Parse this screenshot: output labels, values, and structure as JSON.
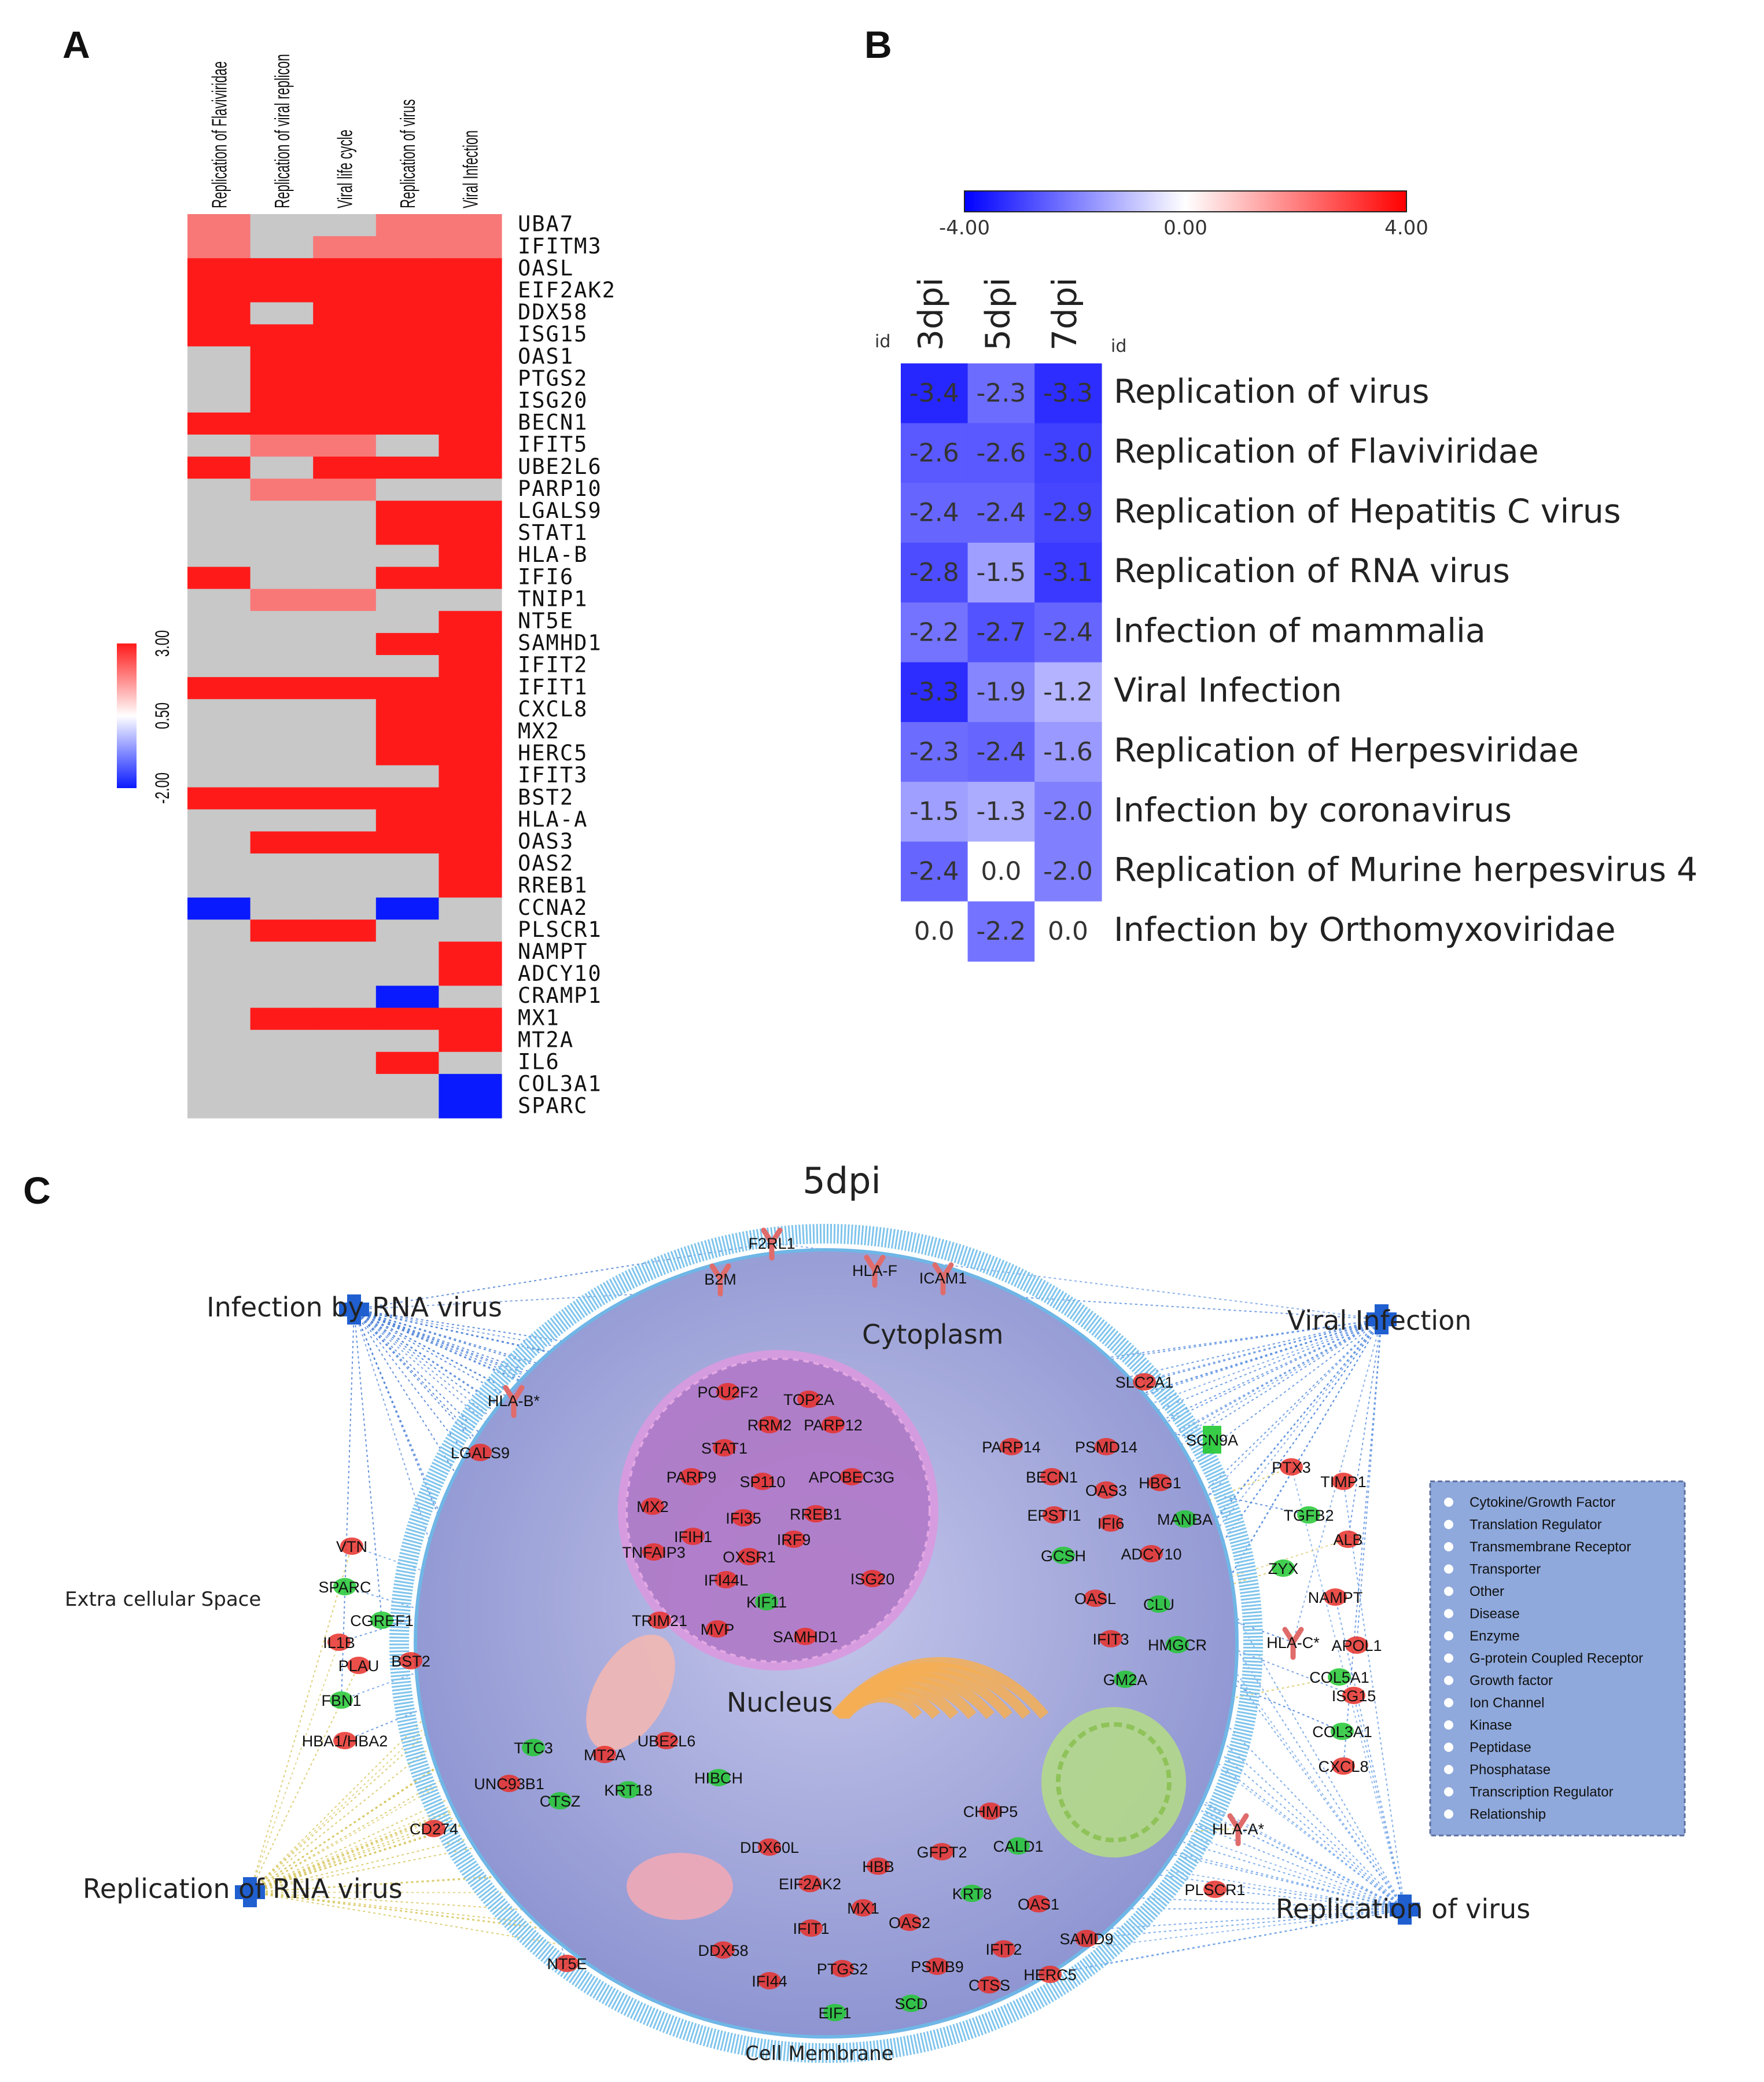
{
  "panels": {
    "a": "A",
    "b": "B",
    "c": "C"
  },
  "heatmap_a": {
    "columns": [
      "Replication of Flaviviridae",
      "Replication of viral replicon",
      "Viral life cycle",
      "Replication of virus",
      "Viral Infection"
    ],
    "genes": [
      "UBA7",
      "IFITM3",
      "OASL",
      "EIF2AK2",
      "DDX58",
      "ISG15",
      "OAS1",
      "PTGS2",
      "ISG20",
      "BECN1",
      "IFIT5",
      "UBE2L6",
      "PARP10",
      "LGALS9",
      "STAT1",
      "HLA-B",
      "IFI6",
      "TNIP1",
      "NT5E",
      "SAMHD1",
      "IFIT2",
      "IFIT1",
      "CXCL8",
      "MX2",
      "HERC5",
      "IFIT3",
      "BST2",
      "HLA-A",
      "OAS3",
      "OAS2",
      "RREB1",
      "CCNA2",
      "PLSCR1",
      "NAMPT",
      "ADCY10",
      "CRAMP1",
      "MX1",
      "MT2A",
      "IL6",
      "COL3A1",
      "SPARC"
    ],
    "values": [
      [
        1.8,
        null,
        null,
        1.8,
        1.8
      ],
      [
        1.8,
        null,
        1.8,
        1.8,
        1.8
      ],
      [
        3,
        3,
        3,
        3,
        3
      ],
      [
        3,
        3,
        3,
        3,
        3
      ],
      [
        3,
        null,
        3,
        3,
        3
      ],
      [
        3,
        3,
        3,
        3,
        3
      ],
      [
        null,
        3,
        3,
        3,
        3
      ],
      [
        null,
        3,
        3,
        3,
        3
      ],
      [
        null,
        3,
        3,
        3,
        3
      ],
      [
        3,
        3,
        3,
        3,
        3
      ],
      [
        null,
        1.8,
        1.8,
        null,
        3
      ],
      [
        3,
        null,
        3,
        3,
        3
      ],
      [
        null,
        1.8,
        1.8,
        null,
        null
      ],
      [
        null,
        null,
        null,
        3,
        3
      ],
      [
        null,
        null,
        null,
        3,
        3
      ],
      [
        null,
        null,
        null,
        null,
        3
      ],
      [
        3,
        null,
        null,
        3,
        3
      ],
      [
        null,
        1.8,
        1.8,
        null,
        null
      ],
      [
        null,
        null,
        null,
        null,
        3
      ],
      [
        null,
        null,
        null,
        3,
        3
      ],
      [
        null,
        null,
        null,
        null,
        3
      ],
      [
        3,
        3,
        3,
        3,
        3
      ],
      [
        null,
        null,
        null,
        3,
        3
      ],
      [
        null,
        null,
        null,
        3,
        3
      ],
      [
        null,
        null,
        null,
        3,
        3
      ],
      [
        null,
        null,
        null,
        null,
        3
      ],
      [
        3,
        3,
        3,
        3,
        3
      ],
      [
        null,
        null,
        null,
        3,
        3
      ],
      [
        null,
        3,
        3,
        3,
        3
      ],
      [
        null,
        null,
        null,
        null,
        3
      ],
      [
        null,
        null,
        null,
        null,
        3
      ],
      [
        -2,
        null,
        null,
        -2,
        null
      ],
      [
        null,
        3,
        3,
        null,
        null
      ],
      [
        null,
        null,
        null,
        null,
        3
      ],
      [
        null,
        null,
        null,
        null,
        3
      ],
      [
        null,
        null,
        null,
        -2,
        null
      ],
      [
        null,
        3,
        3,
        3,
        3
      ],
      [
        null,
        null,
        null,
        null,
        3
      ],
      [
        null,
        null,
        null,
        3,
        null
      ],
      [
        null,
        null,
        null,
        null,
        -2
      ],
      [
        null,
        null,
        null,
        null,
        -2
      ]
    ],
    "legend_ticks": [
      "3.00",
      "0.50",
      "-2.00"
    ],
    "colors": {
      "high": "#ff1a1a",
      "low": "#0a1aff",
      "missing": "#c8c8c8"
    }
  },
  "chart_data": {
    "type": "heatmap",
    "x": [
      "3dpi",
      "5dpi",
      "7dpi"
    ],
    "row_header": "id",
    "col_header": "id",
    "rows": [
      "Replication of virus",
      "Replication of Flaviviridae",
      "Replication of Hepatitis C virus",
      "Replication of RNA virus",
      "Infection of mammalia",
      "Viral Infection",
      "Replication of Herpesviridae",
      "Infection by coronavirus",
      "Replication of Murine herpesvirus 4",
      "Infection by Orthomyxoviridae"
    ],
    "values": [
      [
        -3.4,
        -2.3,
        -3.3
      ],
      [
        -2.6,
        -2.6,
        -3.0
      ],
      [
        -2.4,
        -2.4,
        -2.9
      ],
      [
        -2.8,
        -1.5,
        -3.1
      ],
      [
        -2.2,
        -2.7,
        -2.4
      ],
      [
        -3.3,
        -1.9,
        -1.2
      ],
      [
        -2.3,
        -2.4,
        -1.6
      ],
      [
        -1.5,
        -1.3,
        -2.0
      ],
      [
        -2.4,
        0.0,
        -2.0
      ],
      [
        0.0,
        -2.2,
        0.0
      ]
    ],
    "value_labels": [
      [
        "-3.4",
        "-2.3",
        "-3.3"
      ],
      [
        "-2.6",
        "-2.6",
        "-3.0"
      ],
      [
        "-2.4",
        "-2.4",
        "-2.9"
      ],
      [
        "-2.8",
        "-1.5",
        "-3.1"
      ],
      [
        "-2.2",
        "-2.7",
        "-2.4"
      ],
      [
        "-3.3",
        "-1.9",
        "-1.2"
      ],
      [
        "-2.3",
        "-2.4",
        "-1.6"
      ],
      [
        "-1.5",
        "-1.3",
        "-2.0"
      ],
      [
        "-2.4",
        "0.0",
        "-2.0"
      ],
      [
        "0.0",
        "-2.2",
        "0.0"
      ]
    ],
    "scale": {
      "min": -4,
      "max": 4,
      "ticks": [
        "-4.00",
        "0.00",
        "4.00"
      ]
    },
    "colors": {
      "low": "#0000ff",
      "mid": "#ffffff",
      "high": "#ff0000"
    }
  },
  "network": {
    "title": "5dpi",
    "hubs": [
      "Infection by RNA virus",
      "Viral Infection",
      "Replication of RNA virus",
      "Replication of virus"
    ],
    "regions": {
      "extracellular": "Extra cellular Space",
      "cytoplasm": "Cytoplasm",
      "nucleus": "Nucleus",
      "membrane": "Cell Membrane"
    },
    "nodes": [
      {
        "label": "F2RL1",
        "color": "red",
        "shape": "receptor"
      },
      {
        "label": "B2M",
        "color": "red",
        "shape": "receptor"
      },
      {
        "label": "HLA-F",
        "color": "red",
        "shape": "receptor"
      },
      {
        "label": "ICAM1",
        "color": "red",
        "shape": "receptor"
      },
      {
        "label": "HLA-B*",
        "color": "red",
        "shape": "receptor"
      },
      {
        "label": "LGALS9",
        "color": "red",
        "shape": "circle"
      },
      {
        "label": "VTN",
        "color": "red",
        "shape": "circle"
      },
      {
        "label": "SPARC",
        "color": "green",
        "shape": "circle"
      },
      {
        "label": "CGREF1",
        "color": "green",
        "shape": "circle"
      },
      {
        "label": "IL1B",
        "color": "red",
        "shape": "circle"
      },
      {
        "label": "PLAU",
        "color": "red",
        "shape": "circle"
      },
      {
        "label": "BST2",
        "color": "red",
        "shape": "circle"
      },
      {
        "label": "FBN1",
        "color": "green",
        "shape": "circle"
      },
      {
        "label": "HBA1/HBA2",
        "color": "red",
        "shape": "circle"
      },
      {
        "label": "CD274",
        "color": "red",
        "shape": "circle"
      },
      {
        "label": "NT5E",
        "color": "red",
        "shape": "circle"
      },
      {
        "label": "POU2F2",
        "color": "red",
        "shape": "circle"
      },
      {
        "label": "TOP2A",
        "color": "red",
        "shape": "circle"
      },
      {
        "label": "RRM2",
        "color": "red",
        "shape": "circle"
      },
      {
        "label": "PARP12",
        "color": "red",
        "shape": "circle"
      },
      {
        "label": "STAT1",
        "color": "red",
        "shape": "circle"
      },
      {
        "label": "PARP9",
        "color": "red",
        "shape": "circle"
      },
      {
        "label": "SP110",
        "color": "red",
        "shape": "circle"
      },
      {
        "label": "APOBEC3G",
        "color": "red",
        "shape": "circle"
      },
      {
        "label": "MX2",
        "color": "red",
        "shape": "circle"
      },
      {
        "label": "IFI35",
        "color": "red",
        "shape": "circle"
      },
      {
        "label": "RREB1",
        "color": "red",
        "shape": "circle"
      },
      {
        "label": "IFIH1",
        "color": "red",
        "shape": "circle"
      },
      {
        "label": "IRF9",
        "color": "red",
        "shape": "circle"
      },
      {
        "label": "TNFAIP3",
        "color": "red",
        "shape": "circle"
      },
      {
        "label": "OXSR1",
        "color": "red",
        "shape": "circle"
      },
      {
        "label": "IFI44L",
        "color": "red",
        "shape": "circle"
      },
      {
        "label": "ISG20",
        "color": "red",
        "shape": "circle"
      },
      {
        "label": "KIF11",
        "color": "green",
        "shape": "circle"
      },
      {
        "label": "TRIM21",
        "color": "red",
        "shape": "circle"
      },
      {
        "label": "MVP",
        "color": "red",
        "shape": "circle"
      },
      {
        "label": "SAMHD1",
        "color": "red",
        "shape": "circle"
      },
      {
        "label": "SLC2A1",
        "color": "red",
        "shape": "circle"
      },
      {
        "label": "PARP14",
        "color": "red",
        "shape": "circle"
      },
      {
        "label": "PSMD14",
        "color": "red",
        "shape": "circle"
      },
      {
        "label": "SCN9A",
        "color": "green",
        "shape": "square"
      },
      {
        "label": "BECN1",
        "color": "red",
        "shape": "circle"
      },
      {
        "label": "OAS3",
        "color": "red",
        "shape": "circle"
      },
      {
        "label": "HBG1",
        "color": "red",
        "shape": "circle"
      },
      {
        "label": "EPSTI1",
        "color": "red",
        "shape": "circle"
      },
      {
        "label": "IFI6",
        "color": "red",
        "shape": "circle"
      },
      {
        "label": "MANBA",
        "color": "green",
        "shape": "circle"
      },
      {
        "label": "GCSH",
        "color": "green",
        "shape": "circle"
      },
      {
        "label": "ADCY10",
        "color": "red",
        "shape": "circle"
      },
      {
        "label": "OASL",
        "color": "red",
        "shape": "circle"
      },
      {
        "label": "CLU",
        "color": "green",
        "shape": "circle"
      },
      {
        "label": "IFIT3",
        "color": "red",
        "shape": "circle"
      },
      {
        "label": "HMGCR",
        "color": "green",
        "shape": "circle"
      },
      {
        "label": "GM2A",
        "color": "green",
        "shape": "circle"
      },
      {
        "label": "PTX3",
        "color": "red",
        "shape": "circle"
      },
      {
        "label": "TIMP1",
        "color": "red",
        "shape": "circle"
      },
      {
        "label": "TGFB2",
        "color": "green",
        "shape": "circle"
      },
      {
        "label": "ALB",
        "color": "red",
        "shape": "circle"
      },
      {
        "label": "ZYX",
        "color": "green",
        "shape": "circle"
      },
      {
        "label": "NAMPT",
        "color": "red",
        "shape": "circle"
      },
      {
        "label": "HLA-C*",
        "color": "red",
        "shape": "receptor"
      },
      {
        "label": "APOL1",
        "color": "red",
        "shape": "circle"
      },
      {
        "label": "COL5A1",
        "color": "green",
        "shape": "circle"
      },
      {
        "label": "ISG15",
        "color": "red",
        "shape": "circle"
      },
      {
        "label": "COL3A1",
        "color": "green",
        "shape": "circle"
      },
      {
        "label": "CXCL8",
        "color": "red",
        "shape": "circle"
      },
      {
        "label": "HLA-A*",
        "color": "red",
        "shape": "receptor"
      },
      {
        "label": "PLSCR1",
        "color": "red",
        "shape": "circle"
      },
      {
        "label": "TTC3",
        "color": "green",
        "shape": "circle"
      },
      {
        "label": "MT2A",
        "color": "red",
        "shape": "circle"
      },
      {
        "label": "UBE2L6",
        "color": "red",
        "shape": "circle"
      },
      {
        "label": "UNC93B1",
        "color": "red",
        "shape": "circle"
      },
      {
        "label": "CTSZ",
        "color": "green",
        "shape": "circle"
      },
      {
        "label": "KRT18",
        "color": "green",
        "shape": "circle"
      },
      {
        "label": "HIBCH",
        "color": "green",
        "shape": "circle"
      },
      {
        "label": "CHMP5",
        "color": "red",
        "shape": "circle"
      },
      {
        "label": "DDX60L",
        "color": "red",
        "shape": "circle"
      },
      {
        "label": "GFPT2",
        "color": "red",
        "shape": "circle"
      },
      {
        "label": "CALD1",
        "color": "green",
        "shape": "circle"
      },
      {
        "label": "EIF2AK2",
        "color": "red",
        "shape": "circle"
      },
      {
        "label": "HBB",
        "color": "red",
        "shape": "circle"
      },
      {
        "label": "KRT8",
        "color": "green",
        "shape": "circle"
      },
      {
        "label": "IFIT1",
        "color": "red",
        "shape": "circle"
      },
      {
        "label": "MX1",
        "color": "red",
        "shape": "circle"
      },
      {
        "label": "OAS2",
        "color": "red",
        "shape": "circle"
      },
      {
        "label": "OAS1",
        "color": "red",
        "shape": "circle"
      },
      {
        "label": "DDX58",
        "color": "red",
        "shape": "circle"
      },
      {
        "label": "SAMD9",
        "color": "red",
        "shape": "circle"
      },
      {
        "label": "IFIT2",
        "color": "red",
        "shape": "circle"
      },
      {
        "label": "PTGS2",
        "color": "red",
        "shape": "circle"
      },
      {
        "label": "PSMB9",
        "color": "red",
        "shape": "circle"
      },
      {
        "label": "HERC5",
        "color": "red",
        "shape": "circle"
      },
      {
        "label": "IFI44",
        "color": "red",
        "shape": "circle"
      },
      {
        "label": "CTSS",
        "color": "red",
        "shape": "circle"
      },
      {
        "label": "SCD",
        "color": "green",
        "shape": "circle"
      },
      {
        "label": "EIF1",
        "color": "green",
        "shape": "circle"
      }
    ],
    "legend": [
      {
        "icon": "cytokine-icon",
        "label": "Cytokine/Growth Factor"
      },
      {
        "icon": "translation-regulator-icon",
        "label": "Translation Regulator"
      },
      {
        "icon": "transmembrane-receptor-icon",
        "label": "Transmembrane Receptor"
      },
      {
        "icon": "transporter-icon",
        "label": "Transporter"
      },
      {
        "icon": "other-icon",
        "label": "Other"
      },
      {
        "icon": "disease-icon",
        "label": "Disease"
      },
      {
        "icon": "enzyme-icon",
        "label": "Enzyme"
      },
      {
        "icon": "gpcr-icon",
        "label": "G-protein Coupled Receptor"
      },
      {
        "icon": "growth-factor-icon",
        "label": "Growth factor"
      },
      {
        "icon": "ion-channel-icon",
        "label": "Ion Channel"
      },
      {
        "icon": "kinase-icon",
        "label": "Kinase"
      },
      {
        "icon": "peptidase-icon",
        "label": "Peptidase"
      },
      {
        "icon": "phosphatase-icon",
        "label": "Phosphatase"
      },
      {
        "icon": "transcription-regulator-icon",
        "label": "Transcription Regulator"
      },
      {
        "icon": "relationship-icon",
        "label": "Relationship"
      }
    ],
    "colors": {
      "up": "#e8302a",
      "down": "#22c832",
      "hub": "#1f5fd0",
      "cell": "#8e98d6",
      "membrane": "#7fc4ec",
      "nucleus": "#b07ac8"
    }
  }
}
